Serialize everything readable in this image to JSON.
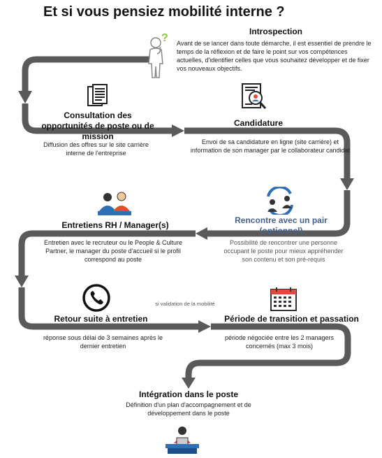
{
  "title": "Et si vous pensiez mobilité interne ?",
  "steps": {
    "introspection": {
      "title": "Introspection",
      "desc": "Avant de se lancer dans toute démarche, il est essentiel de prendre le temps de la réflexion et de faire le point sur vos compétences actuelles, d'identifier celles que vous souhaitez développer et de fixer vos nouveaux objectifs."
    },
    "consultation": {
      "title": "Consultation des opportunités de poste ou de mission",
      "desc": "Diffusion des offres sur le site carrière interne de l'entreprise"
    },
    "candidature": {
      "title": "Candidature",
      "desc": "Envoi de sa candidature en ligne (site carrière) et information de son manager par le collaborateur candidat"
    },
    "pair": {
      "title": "Rencontre avec un pair (optionnel)",
      "desc": "Possibilité de rencontrer une personne occupant le poste pour mieux appréhender son contenu et son pré-requis"
    },
    "entretiens": {
      "title": "Entretiens RH / Manager(s)",
      "desc": "Entretien avec le recruteur ou le People & Culture Partner, le manager du poste d'accueil si le profil correspond au poste"
    },
    "retour": {
      "title": "Retour suite à entretien",
      "desc": "réponse sous délai de 3 semaines après le dernier entretien"
    },
    "transition": {
      "title": "Période de transition et passation",
      "desc": "période négociée entre les 2 managers concernés (max 3 mois)"
    },
    "integration": {
      "title": "Intégration dans le poste",
      "desc": "Définition d'un plan d'accompagnement et de développement dans le poste"
    }
  },
  "condition_label": "si validation de la mobilité",
  "icons": {
    "introspection": "thinking-person-icon",
    "consultation": "documents-icon",
    "candidature": "resume-search-icon",
    "pair": "exchange-people-icon",
    "entretiens": "interview-people-icon",
    "retour": "phone-icon",
    "transition": "calendar-icon",
    "integration": "desk-person-icon"
  },
  "colors": {
    "path": "#555555",
    "accent_green": "#8cc63f",
    "accent_blue": "#2e6fb6",
    "accent_red": "#e04b3a",
    "pair_title": "#46628a"
  }
}
